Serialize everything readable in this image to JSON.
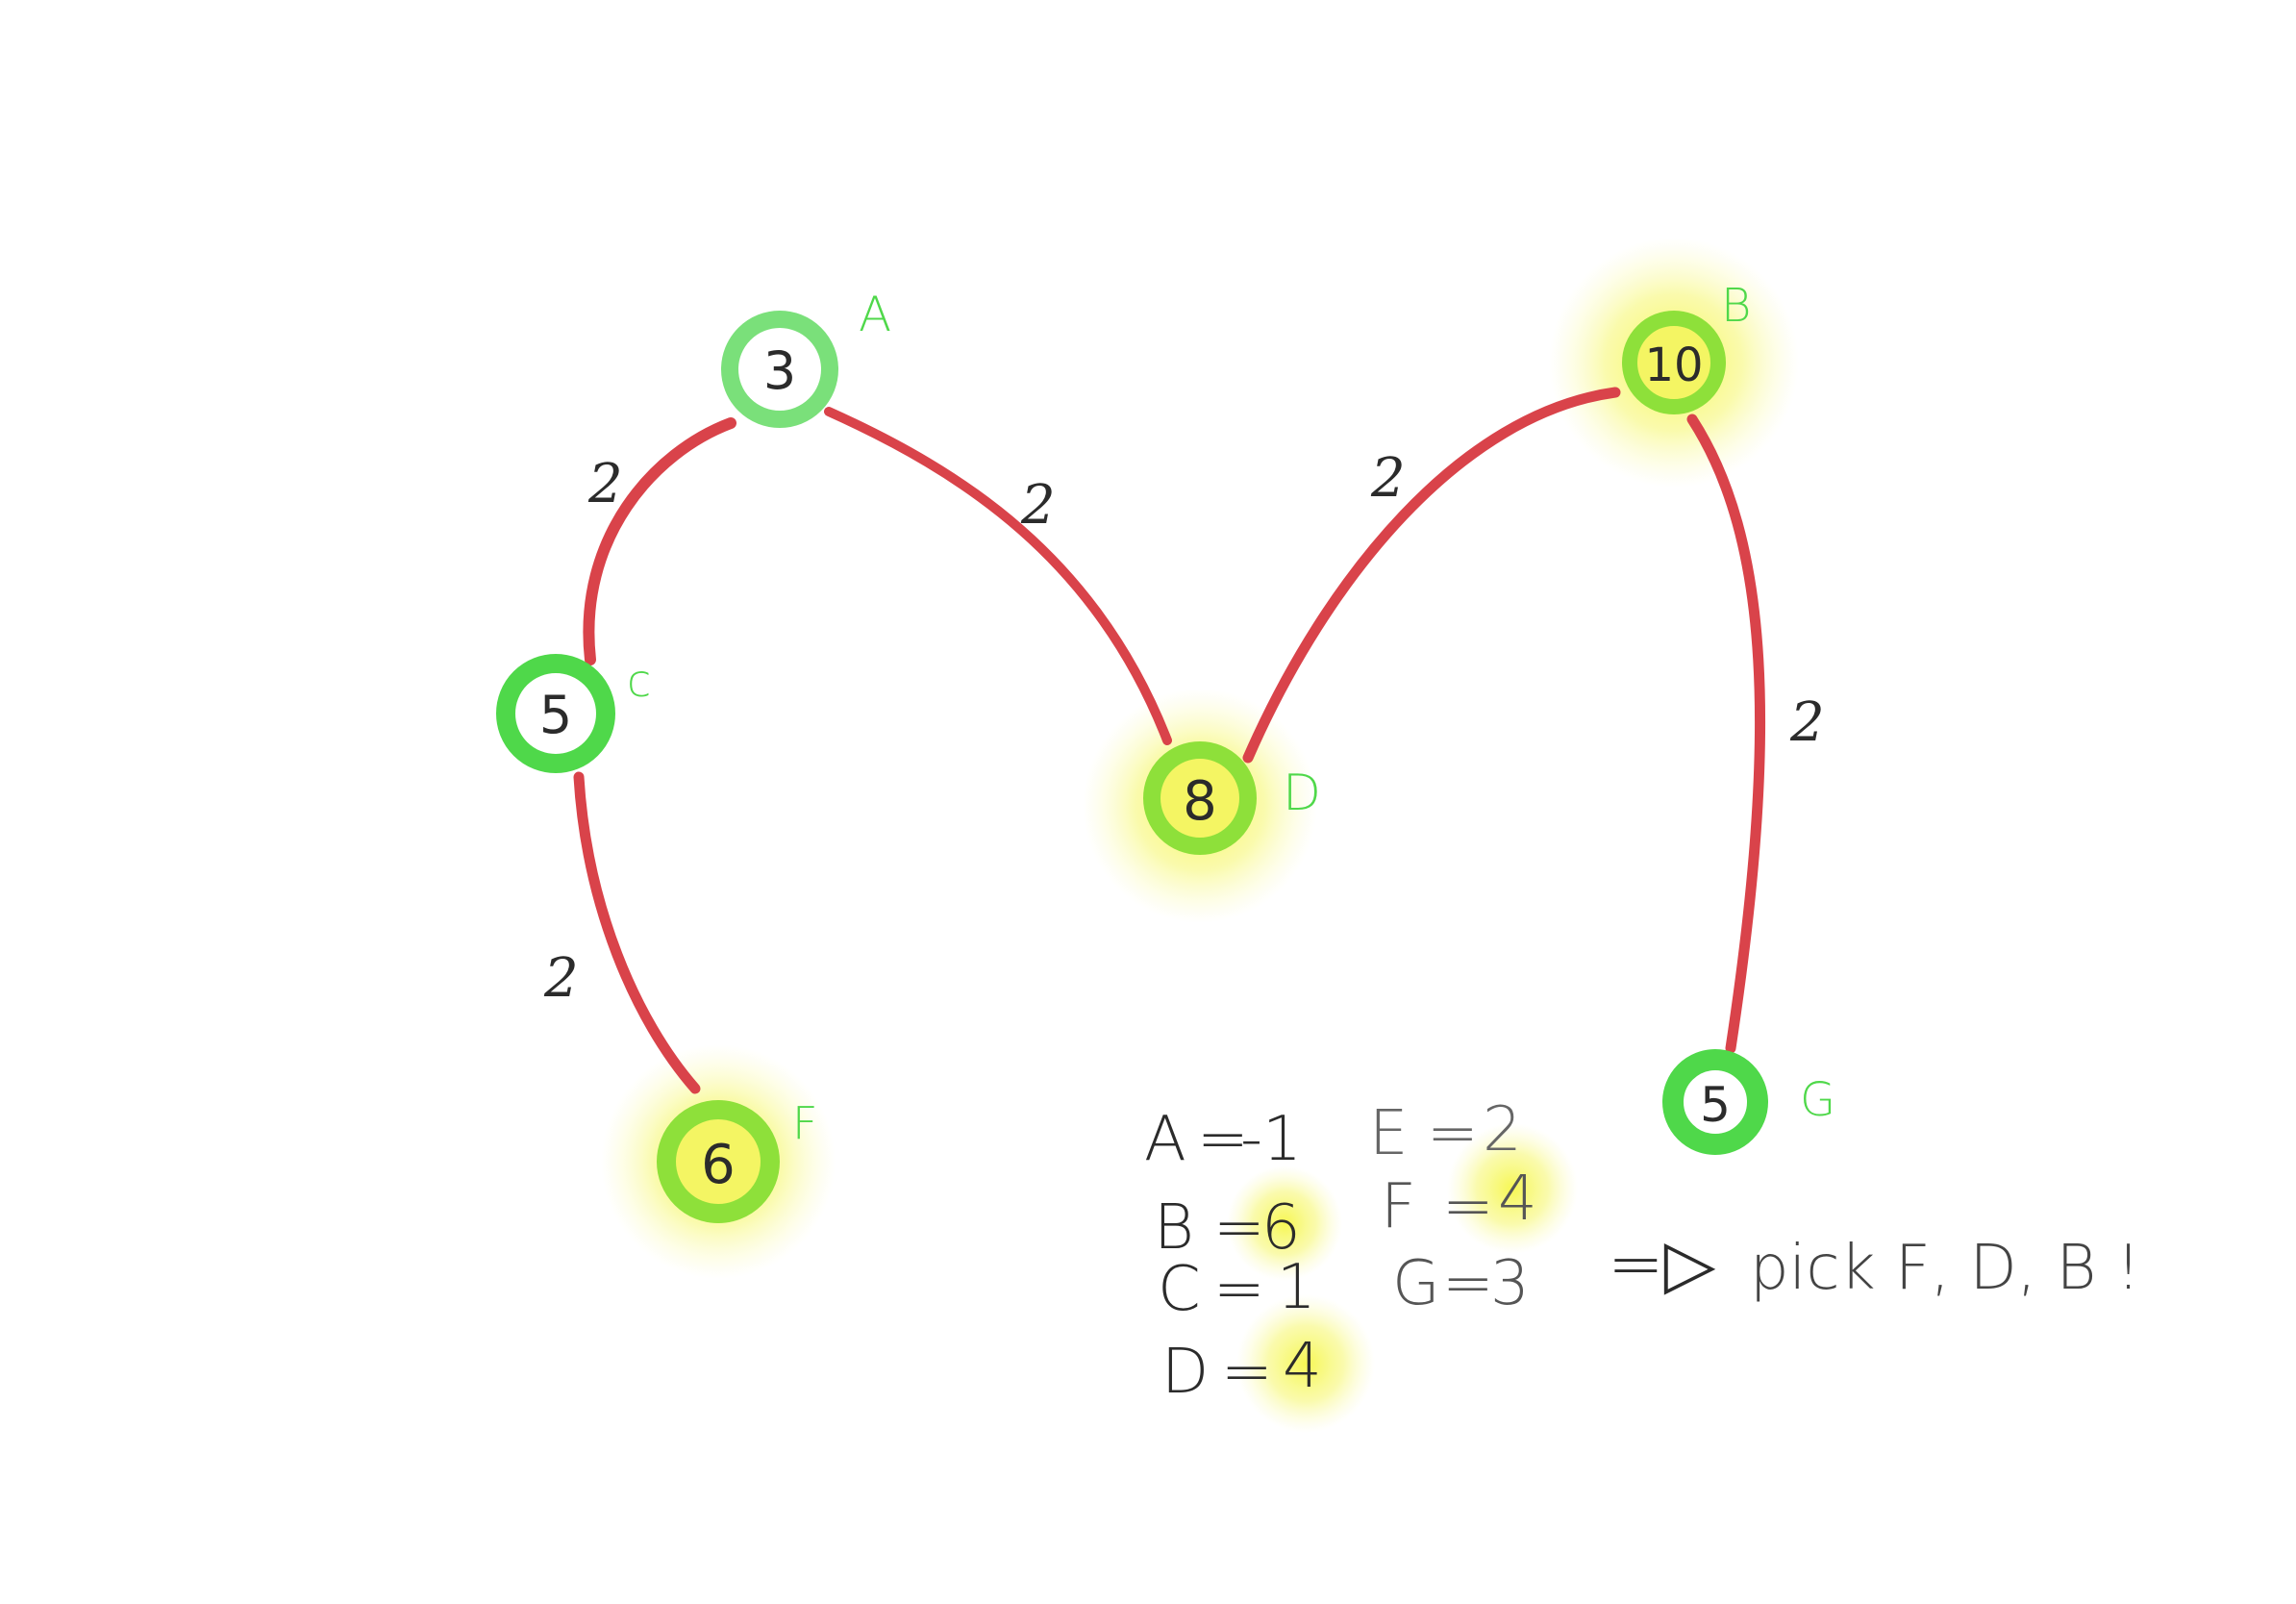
{
  "colors": {
    "edge": "#d9434a",
    "node_ring": "#4fd84a",
    "node_ring_light": "#7ae07a",
    "node_ring_lime": "#8ee03a",
    "node_label": "#4fd84a",
    "highlight": "#f4f55a",
    "ink": "#2b2b2b"
  },
  "nodes": [
    {
      "id": "A",
      "value": "3",
      "label": "A",
      "highlighted": false
    },
    {
      "id": "B",
      "value": "10",
      "label": "B",
      "highlighted": true
    },
    {
      "id": "C",
      "value": "5",
      "label": "c",
      "highlighted": false
    },
    {
      "id": "D",
      "value": "8",
      "label": "D",
      "highlighted": true
    },
    {
      "id": "F",
      "value": "6",
      "label": "F",
      "highlighted": true
    },
    {
      "id": "G",
      "value": "5",
      "label": "G",
      "highlighted": false
    }
  ],
  "edges": [
    {
      "from": "A",
      "to": "C",
      "weight": "2"
    },
    {
      "from": "A",
      "to": "D",
      "weight": "2"
    },
    {
      "from": "C",
      "to": "F",
      "weight": "2"
    },
    {
      "from": "D",
      "to": "B",
      "weight": "2"
    },
    {
      "from": "B",
      "to": "G",
      "weight": "2"
    }
  ],
  "notes": {
    "left_column": [
      {
        "name": "A",
        "value": "-1",
        "highlighted": false
      },
      {
        "name": "B",
        "value": "6",
        "highlighted": true
      },
      {
        "name": "C",
        "value": "1",
        "highlighted": false
      },
      {
        "name": "D",
        "value": "4",
        "highlighted": true
      }
    ],
    "right_column": [
      {
        "name": "E",
        "value": "2",
        "highlighted": false
      },
      {
        "name": "F",
        "value": "4",
        "highlighted": true
      },
      {
        "name": "G",
        "value": "3",
        "highlighted": false
      }
    ],
    "arrow": "=▷",
    "conclusion": "pick F, D, B !"
  }
}
